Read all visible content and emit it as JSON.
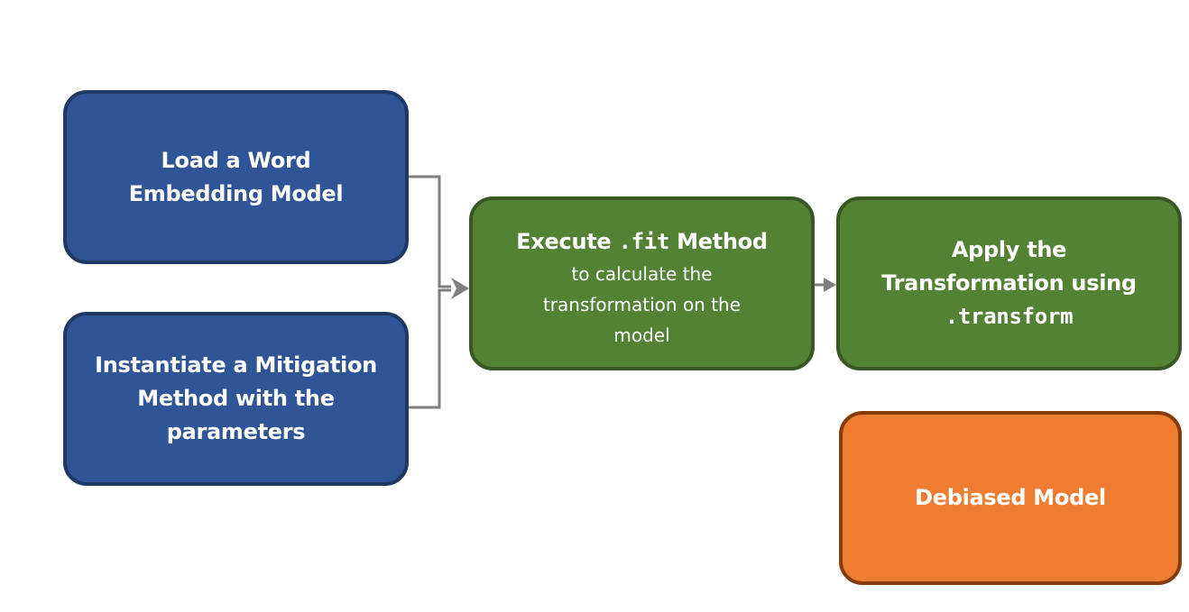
{
  "load_box": {
    "line1": "Load a Word",
    "line2": "Embedding Model"
  },
  "instantiate_box": {
    "line1": "Instantiate a Mitigation",
    "line2": "Method with the",
    "line3": "parameters"
  },
  "fit_box": {
    "prefix": "Execute",
    "code": ".fit",
    "suffix": "Method",
    "desc_line1": "to calculate the",
    "desc_line2": "transformation on the",
    "desc_line3": "model"
  },
  "apply_box": {
    "line1": "Apply the",
    "line2": "Transformation using",
    "code": ".transform"
  },
  "debiased_box": {
    "label": "Debiased Model"
  },
  "colors": {
    "blue_fill": "#2f5597",
    "blue_border": "#203864",
    "green_fill": "#548235",
    "green_border": "#385723",
    "orange_fill": "#ed7d31",
    "orange_border": "#843c0c",
    "connector": "#7f7f7f"
  }
}
